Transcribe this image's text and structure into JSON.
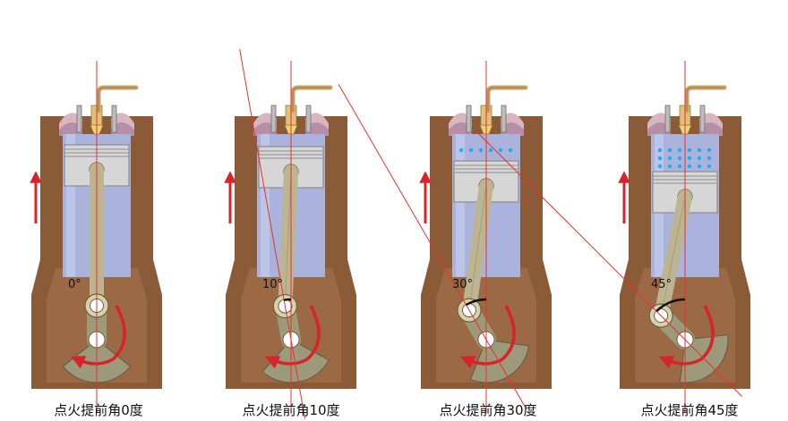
{
  "colors": {
    "block": "#8b5a37",
    "block_inner": "#a87a52",
    "crankcase": "#9b6a45",
    "head_pink": "#d9b5c0",
    "head_mauve": "#b58ea8",
    "cylinder": "#a9b3dc",
    "cylinder_light": "#c9cfee",
    "piston": "#d6d6d6",
    "piston_dark": "#8c8c8c",
    "rod": "#bdb592",
    "rod_dark": "#8f8668",
    "crank": "#9c9a7a",
    "arrow": "#d9232a",
    "guide_line": "#e8312f",
    "pipe": "#c9a36a",
    "spray": "#2aa9e6",
    "arc": "#111111"
  },
  "panels": [
    {
      "id": "p0",
      "angle_label": "0°",
      "caption": "点火提前角0度",
      "advance_deg": 0
    },
    {
      "id": "p10",
      "angle_label": "10°",
      "caption": "点火提前角10度",
      "advance_deg": 10
    },
    {
      "id": "p30",
      "angle_label": "30°",
      "caption": "点火提前角30度",
      "advance_deg": 30
    },
    {
      "id": "p45",
      "angle_label": "45°",
      "caption": "点火提前角45度",
      "advance_deg": 45
    }
  ]
}
